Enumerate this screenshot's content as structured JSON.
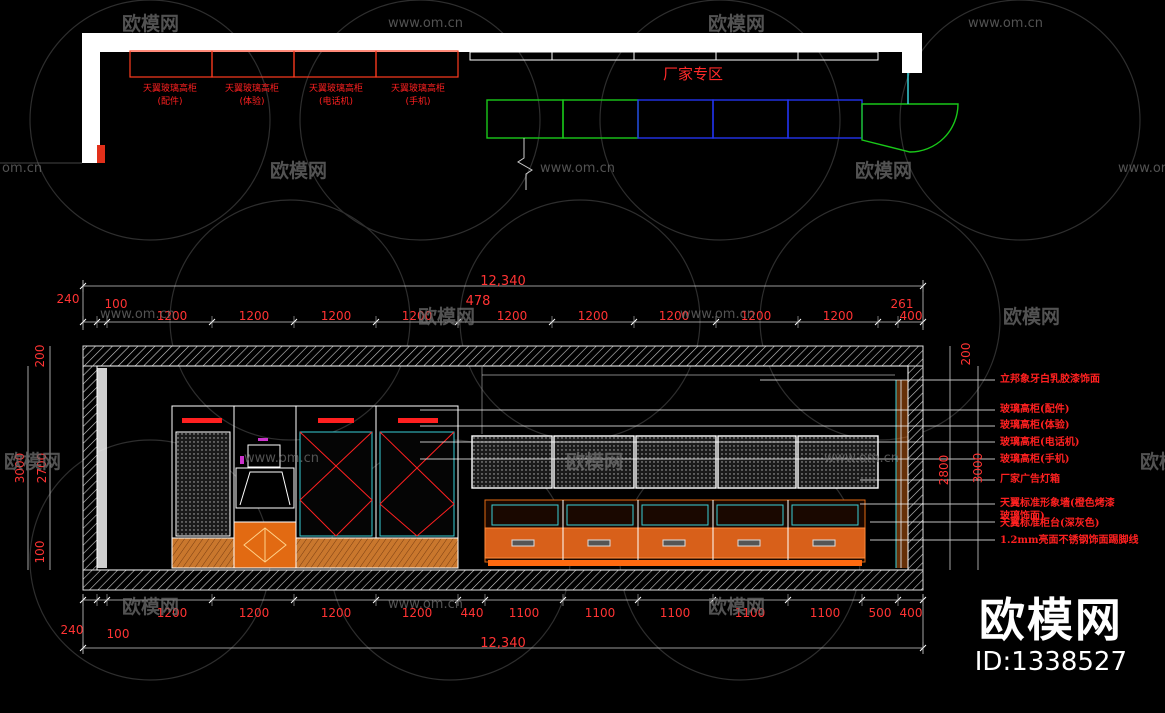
{
  "plan": {
    "zone_label": "厂家专区",
    "cabinet_labels": [
      {
        "line1": "天翼玻璃高柜",
        "line2": "(配件)"
      },
      {
        "line1": "天翼玻璃高柜",
        "line2": "(体验)"
      },
      {
        "line1": "天翼玻璃高柜",
        "line2": "(电话机)"
      },
      {
        "line1": "天翼玻璃高柜",
        "line2": "(手机)"
      }
    ]
  },
  "dimensions": {
    "total_top": "12,340",
    "total_bottom": "12,340",
    "top_row": [
      "240",
      "100",
      "1200",
      "1200",
      "1200",
      "1200",
      "1200",
      "1200",
      "1200",
      "1200",
      "1200",
      "261",
      "400"
    ],
    "top_middle": "478",
    "bottom_row": [
      "240",
      "100",
      "1200",
      "1200",
      "1200",
      "1200",
      "440",
      "1100",
      "1100",
      "1100",
      "1100",
      "1100",
      "500",
      "400"
    ],
    "left_vertical": [
      "200",
      "3000",
      "2700",
      "100"
    ],
    "right_vertical": [
      "200",
      "3000",
      "2800"
    ]
  },
  "annotations": [
    "立邦象牙白乳胶漆饰面",
    "玻璃高柜(配件)",
    "玻璃高柜(体验)",
    "玻璃高柜(电话机)",
    "玻璃高柜(手机)",
    "厂家广告灯箱",
    "天翼标准形象墙(橙色烤漆",
    "玻璃饰面)",
    "天翼标准柜台(深灰色)",
    "1.2mm亮面不锈钢饰面踢脚线"
  ],
  "watermark": {
    "brand": "欧模网",
    "url": "www.om.cn",
    "partial_url": "om.cn",
    "id_label": "ID:1338527"
  },
  "colors": {
    "background": "#000000",
    "dimension": "#ff3333",
    "annotation": "#ff2020",
    "wall": "#ffffff",
    "cabinet_plan": "#ff3b1f",
    "counter_green": "#19c819",
    "counter_blue": "#2233ee",
    "orange_fill": "#e26a12",
    "cyan": "#39d0d8"
  }
}
